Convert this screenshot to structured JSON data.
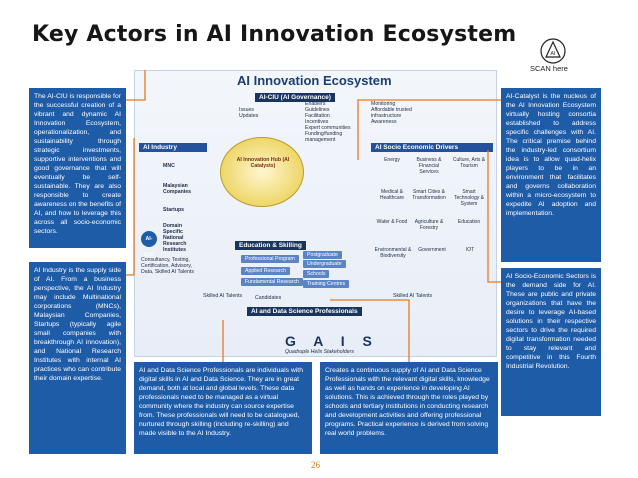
{
  "title": "Key Actors in AI Innovation Ecosystem",
  "scan_label": "SCAN here",
  "page_number": "26",
  "diagram": {
    "title": "AI Innovation Ecosystem",
    "ai_ciu": "AI-CIU (AI Governance)",
    "ai_industry": "AI Industry",
    "ai_socio": "AI Socio Economic Drivers",
    "mnc": "MNC",
    "malaysian_companies": "Malaysian Companies",
    "startups": "Startups",
    "domain_specific": "Domain Specific National Research Institutes",
    "ai_coe": "AI-CoE",
    "hub": "AI Innovation Hub (AI Catalysts)",
    "education_skilling": "Education & Skilling",
    "professionals": "AI and Data Science Professionals",
    "quadruple": "Quadruple Helix Stakeholders",
    "gais": "G A I S",
    "ciu_items": [
      "Enablers",
      "Guidelines",
      "Facilitation",
      "Incentives",
      "Expert communities",
      "Funding/funding management"
    ],
    "ciu_items_right": [
      "Monitoring",
      "Affordable trusted infrastructure",
      "Awareness"
    ],
    "issues": [
      "Issues",
      "Updates"
    ],
    "socio_icons": [
      "Energy",
      "Business & Financial Services",
      "Culture, Arts & Tourism",
      "Medical & Healthcare",
      "Smart Cities & Transformation",
      "Smart Technology & System",
      "Water & Food",
      "Agriculture & Forestry",
      "Education",
      "Environmental & Biodiversity",
      "Government",
      "IOT"
    ],
    "edu_boxes": [
      "Professional Program",
      "Postgraduate",
      "Undergraduate",
      "Applied Research",
      "Schools",
      "Fundamental Research",
      "Training Centres"
    ],
    "industry_list": [
      "Consultancy, Testing, Certification, Advisory, Data, Skilled AI Talents"
    ],
    "skilled_talents": "Skilled AI Talents",
    "candidates": "Candidates"
  },
  "boxes": {
    "ai_ciu": "The AI-CIU is responsible for the successful creation of a vibrant and dynamic AI Innovation Ecosystem, operationalization, and sustainability through strategic investments, supportive interventions and good governance that will eventually be self-sustainable. They are also responsible to create awareness on the benefits of AI, and how to leverage this across all socio-economic sectors.",
    "ai_industry": "AI Industry is the supply side of AI. From a business perspective, the AI Industry may include Multinational corporations (MNCs), Malaysian Companies, Startups (typically agile small companies with breakthrough AI innovation), and National Research Institutes with internal AI practices who can contribute their domain expertise.",
    "professionals": "AI and Data Science Professionals are individuals with digital skills in AI and Data Science. They are in great demand, both at local and global levels. These data professionals need to be managed as a virtual community where the industry can source expertise from. These professionals will need to be catalogued, nurtured through skilling (including re-skilling) and made visible to the AI Industry.",
    "supply": "Creates a continuous supply of AI and Data Science Professionals with the relevant digital skills, knowledge as well as hands on experience in developing AI solutions. This is achieved through the roles played by schools and tertiary institutions in conducting research and development activities and offering professional programs. Practical experience is derived from solving real world problems.",
    "ai_catalyst": "AI-Catalyst is the nucleus of the AI Innovation Ecosystem virtually hosting consortia established to address specific challenges with AI. The critical premise behind the industry-led consortium idea is to allow quad-helix players to be in an environment that facilitates and governs collaboration within a micro-ecosystem to expedite AI adoption and implementation.",
    "socio_economic": "AI Socio-Economic Sectors is the demand side for AI. These are public and private organizations that have the desire to leverage AI-based solutions in their respective sectors to drive the required digital transformation needed to stay relevant and competitive in this Fourth Industrial Revolution."
  },
  "colors": {
    "box_blue": "#1f5ca8",
    "header_dark": "#1a355d",
    "accent_orange": "#e7791f",
    "hub_gold": "#e7c93e"
  }
}
